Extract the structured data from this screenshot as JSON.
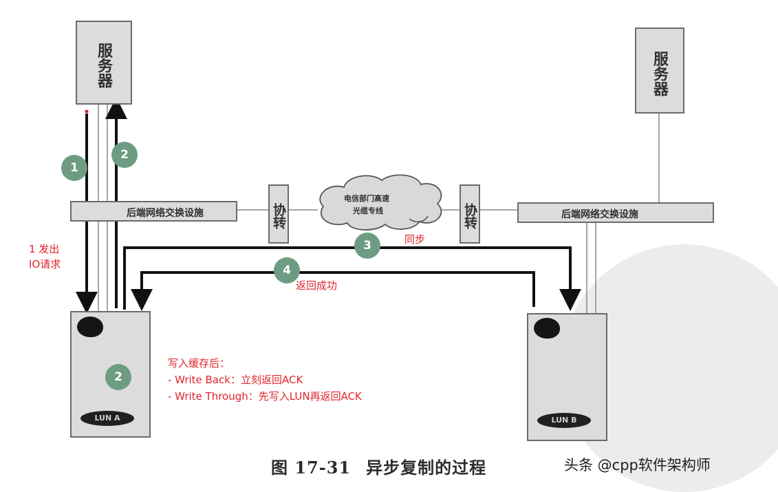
{
  "figure": {
    "server_left_label": "服务器",
    "server_right_label": "服务器",
    "switch_left_label": "后端网络交换设施",
    "switch_right_label": "后端网络交换设施",
    "converter_left_label": "协转",
    "converter_right_label": "协转",
    "cloud_label_line1": "电信部门高速",
    "cloud_label_line2": "光缆专线",
    "lun_a_label": "LUN A",
    "lun_b_label": "LUN B",
    "caption_number": "图 17-31",
    "caption_text": "异步复制的过程"
  },
  "steps": {
    "s1": "1",
    "s2_top": "2",
    "s2_inner": "2",
    "s3": "3",
    "s4": "4"
  },
  "annotations": {
    "io_request_line1": "1 发出",
    "io_request_line2": "IO请求",
    "sync": "同步",
    "return_success": "返回成功",
    "cache_title": "写入缓存后：",
    "write_back": "- Write Back：立刻返回ACK",
    "write_through": "- Write Through：先写入LUN再返回ACK"
  },
  "watermark": {
    "credit": "头条 @cpp软件架构师"
  },
  "colors": {
    "annotation_red": "#e0242c",
    "badge_green": "#6d9c83",
    "box_gray": "#dcdcdc"
  }
}
